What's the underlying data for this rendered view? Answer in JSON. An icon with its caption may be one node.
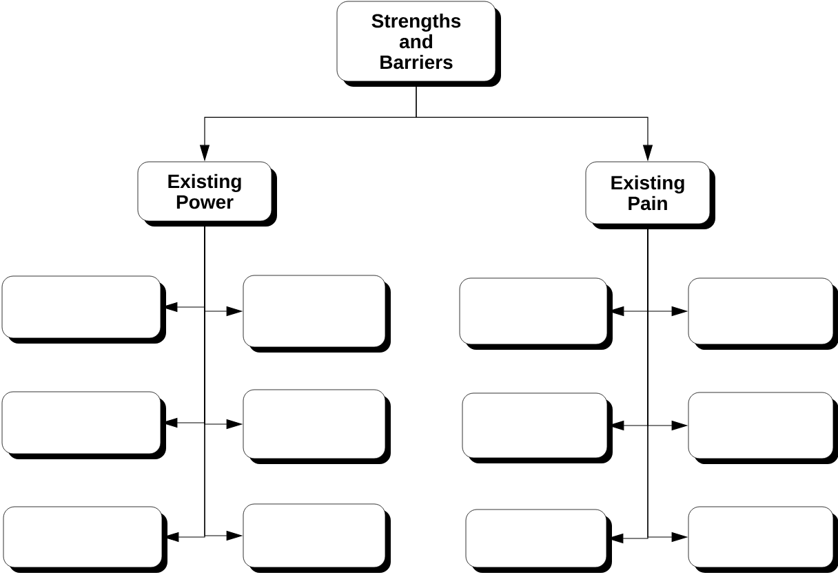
{
  "diagram": {
    "nodes": [
      {
        "text": [
          "Strengths and Barriers"
        ]
      },
      {
        "text": [
          "Existing Power"
        ]
      },
      {
        "text": [
          "Existing Pain"
        ]
      },
      {
        "text": [],
        "shape": "box"
      },
      {
        "text": [],
        "shape": "box"
      },
      {
        "text": [],
        "shape": "box"
      },
      {
        "text": [],
        "shape": "box"
      },
      {
        "text": [],
        "shape": "box"
      },
      {
        "text": [],
        "shape": "box"
      },
      {
        "text": [],
        "shape": "box"
      },
      {
        "text": [],
        "shape": "box"
      },
      {
        "text": [],
        "shape": "box"
      },
      {
        "text": [],
        "shape": "box"
      },
      {
        "text": [],
        "shape": "box"
      },
      {
        "text": [],
        "shape": "box"
      }
    ],
    "edges": [
      {
        "from": 0,
        "to": 1,
        "arrow": "to"
      },
      {
        "from": 0,
        "to": 2,
        "arrow": "to"
      },
      {
        "from": 1,
        "to": 3,
        "arrow": "to"
      },
      {
        "from": 1,
        "to": 4,
        "arrow": "to"
      },
      {
        "from": 1,
        "to": 5,
        "arrow": "to"
      },
      {
        "from": 1,
        "to": 6,
        "arrow": "to"
      },
      {
        "from": 1,
        "to": 7,
        "arrow": "to"
      },
      {
        "from": 1,
        "to": 8,
        "arrow": "to"
      },
      {
        "from": 2,
        "to": 9,
        "arrow": "to"
      },
      {
        "from": 2,
        "to": 10,
        "arrow": "to"
      },
      {
        "from": 2,
        "to": 11,
        "arrow": "to"
      },
      {
        "from": 2,
        "to": 12,
        "arrow": "to"
      },
      {
        "from": 2,
        "to": 13,
        "arrow": "to"
      },
      {
        "from": 2,
        "to": 14,
        "arrow": "to"
      }
    ]
  }
}
